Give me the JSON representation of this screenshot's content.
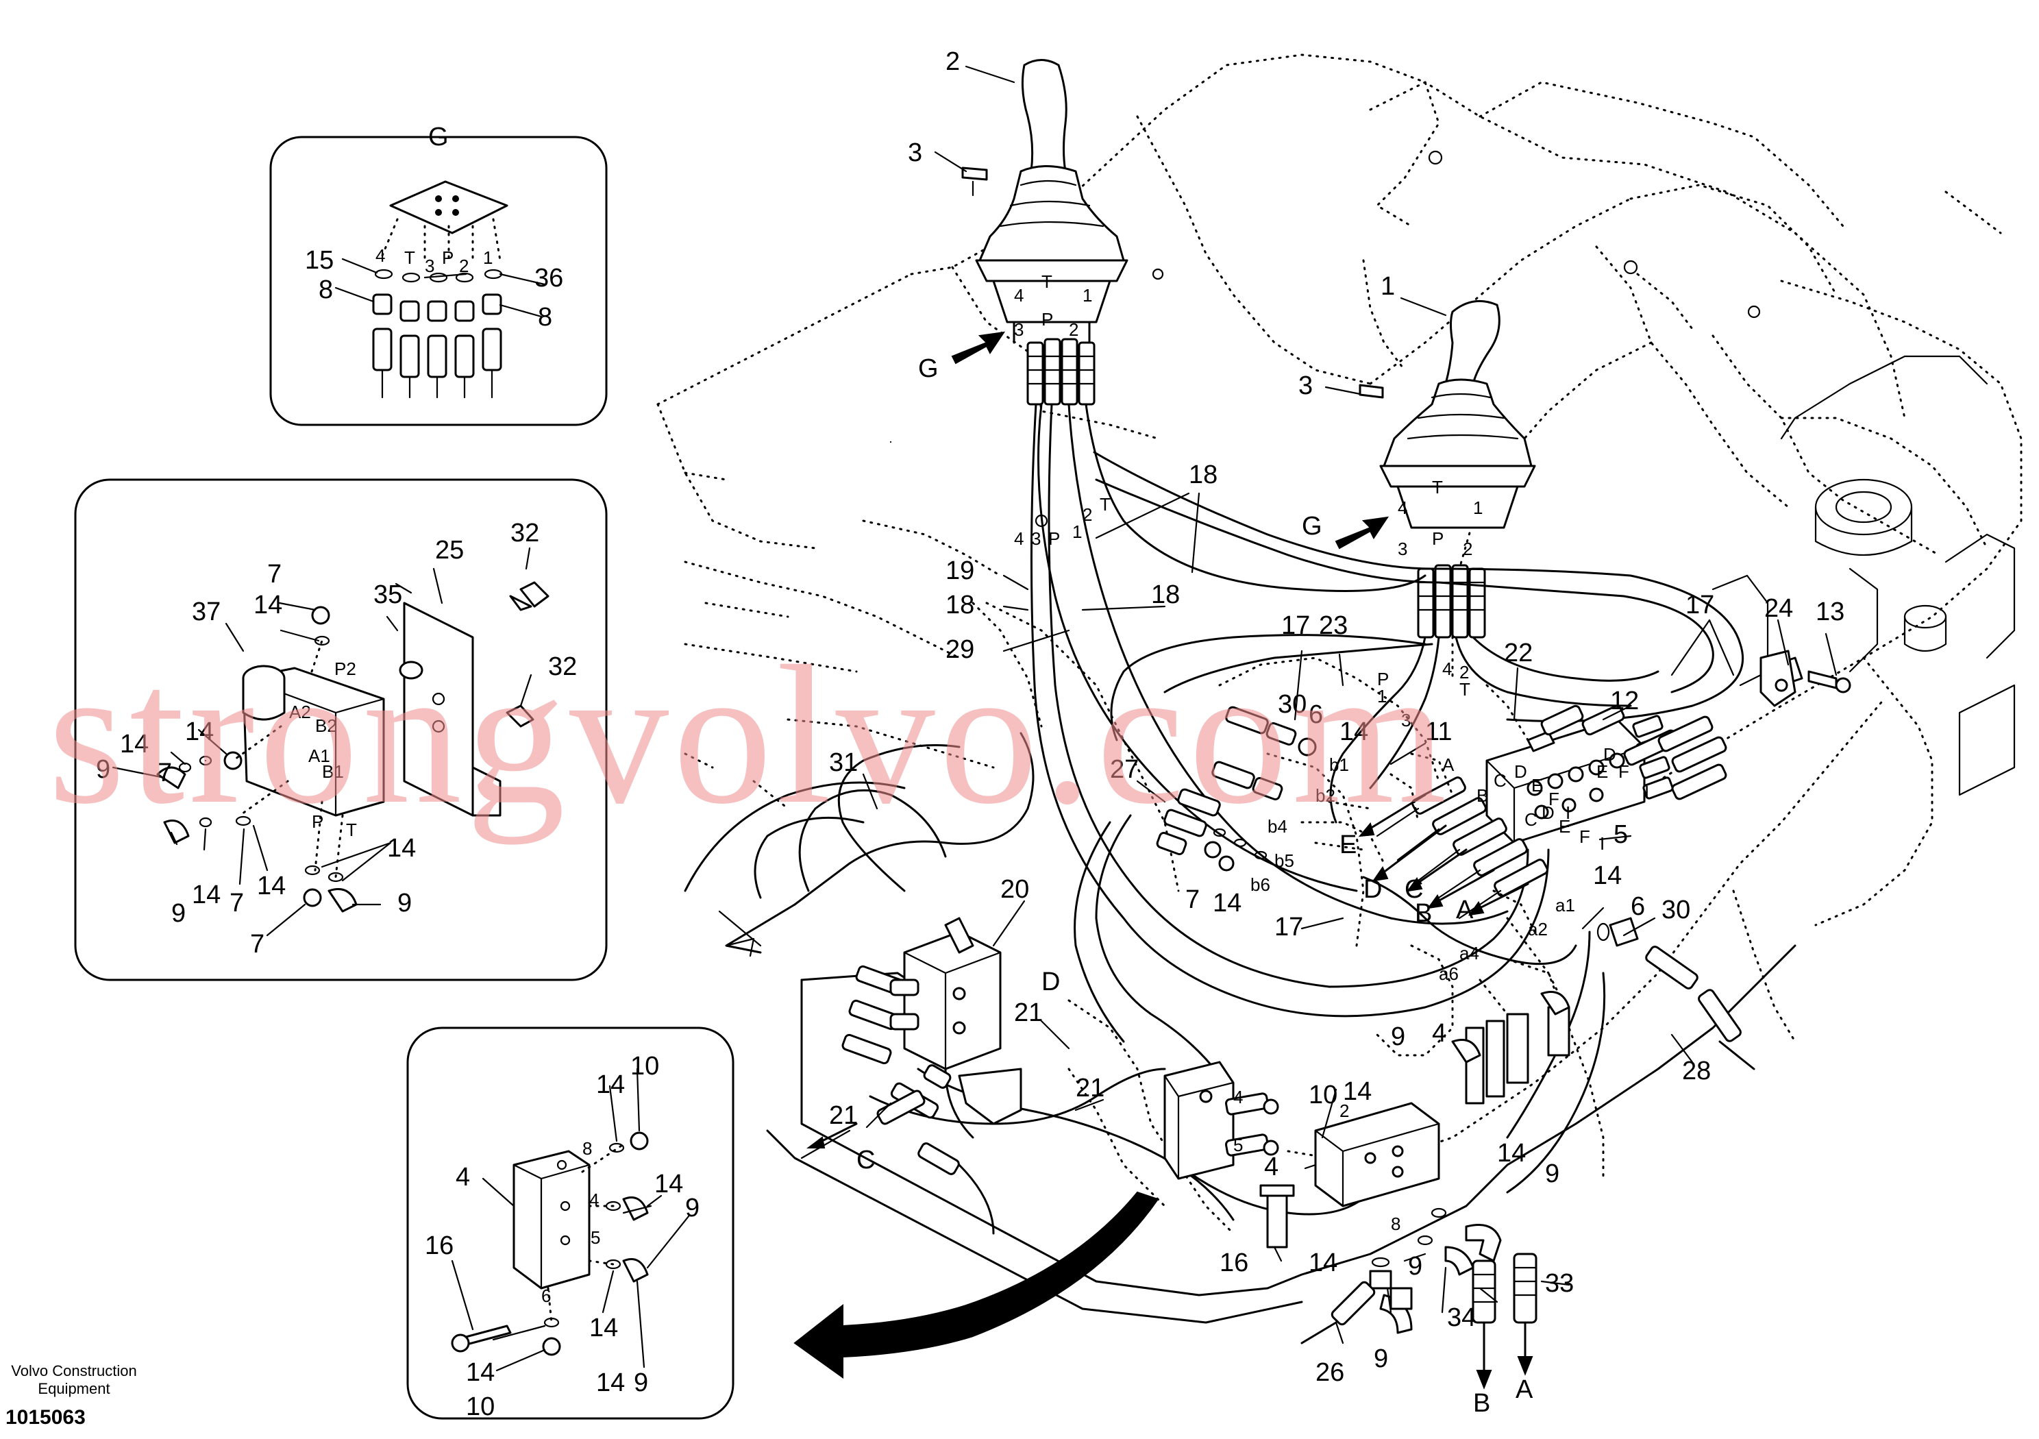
{
  "labels": {
    "c1": "1",
    "c2": "2",
    "c3a": "3",
    "c3b": "3",
    "c4a": "4",
    "c4b": "4",
    "c4c": "4",
    "c5": "5",
    "c6a": "6",
    "c6b": "6",
    "c7a": "7",
    "c7b": "7",
    "c7c": "7",
    "c7d": "7",
    "c7e": "7",
    "c8a": "8",
    "c8b": "8",
    "c9a": "9",
    "c9b": "9",
    "c9c": "9",
    "c9d": "9",
    "c9e": "9",
    "c9f": "9",
    "c9g": "9",
    "c9h": "9",
    "c9i": "9",
    "c9j": "9",
    "c10a": "10",
    "c10b": "10",
    "c10c": "10",
    "c11": "11",
    "c12": "12",
    "c13": "13",
    "c14a": "14",
    "c14b": "14",
    "c14c": "14",
    "c14d": "14",
    "c14e": "14",
    "c14f": "14",
    "c14g": "14",
    "c14h": "14",
    "c14i": "14",
    "c14j": "14",
    "c14k": "14",
    "c14l": "14",
    "c14m": "14",
    "c14n": "14",
    "c14o": "14",
    "c14p": "14",
    "c14q": "14",
    "c15": "15",
    "c16a": "16",
    "c16b": "16",
    "c17a": "17",
    "c17b": "17",
    "c17c": "17",
    "c18a": "18",
    "c18b": "18",
    "c18c": "18",
    "c19": "19",
    "c20": "20",
    "c21a": "21",
    "c21b": "21",
    "c21c": "21",
    "c22": "22",
    "c23": "23",
    "c24": "24",
    "c25": "25",
    "c26": "26",
    "c27": "27",
    "c28": "28",
    "c29": "29",
    "c30a": "30",
    "c30b": "30",
    "c31": "31",
    "c32a": "32",
    "c32b": "32",
    "c33": "33",
    "c34": "34",
    "c35": "35",
    "c36": "36",
    "c37": "37"
  },
  "view_labels": {
    "g_main1": "G",
    "g_main2": "G",
    "g_inset": "G"
  },
  "port_labels": {
    "p_P2": "P2",
    "p_A2": "A2",
    "p_B2": "B2",
    "p_A1": "A1",
    "p_B1": "B1",
    "p_P": "P",
    "p_T": "T",
    "p_4": "4",
    "p_T2": "T",
    "p_3": "3",
    "p_P3": "P",
    "p_2": "2",
    "p_1": "1",
    "j2_4": "4",
    "j2_T": "T",
    "j2_1": "1",
    "j2_3": "3",
    "j2_P": "P",
    "j2_2": "2",
    "j1_4": "4",
    "j1_T": "T",
    "j1_1": "1",
    "j1_3": "3",
    "j1_P": "P",
    "j1_2": "2",
    "h_4": "4",
    "h_3": "3",
    "h_P": "P",
    "h_1": "1",
    "h_2": "2",
    "h_T": "T",
    "h2_P": "P",
    "h2_1": "1",
    "h2_2": "2",
    "h2_T": "T",
    "h2_3": "3",
    "h2_4": "4",
    "b_b1": "b1",
    "b_b2": "b2",
    "b_b4": "b4",
    "b_b5": "b5",
    "b_b6": "b6",
    "a_a1": "a1",
    "a_a2": "a2",
    "a_a4": "a4",
    "a_a6": "a6",
    "v_A": "A",
    "v_B": "B",
    "v_C": "C",
    "v_D": "D",
    "v_E": "E",
    "v_F": "F",
    "v_I": "I",
    "v2_C": "C",
    "v2_D": "D",
    "v2_E": "E",
    "v2_F": "F",
    "v2_I": "I",
    "v3_D": "D",
    "v3_E": "E",
    "v3_F": "F",
    "v3_I": "I",
    "blk_8": "8",
    "blk_4": "4",
    "blk_5": "5",
    "blk_6": "6",
    "mb_4": "4",
    "mb_5": "5",
    "mb_8": "8",
    "mb_2": "2"
  },
  "flow_labels": {
    "f_E": "E",
    "f_D": "D",
    "f_C": "C",
    "f_B": "B",
    "f_A": "A",
    "f_D2": "D",
    "f_C2": "C",
    "f_B2": "B",
    "f_A2": "A"
  },
  "watermark": "strongvolvo.com",
  "footer": {
    "maker": "Volvo Construction Equipment",
    "maker_line1": "Volvo Construction",
    "maker_line2": "Equipment",
    "drawing_number": "1015063"
  }
}
